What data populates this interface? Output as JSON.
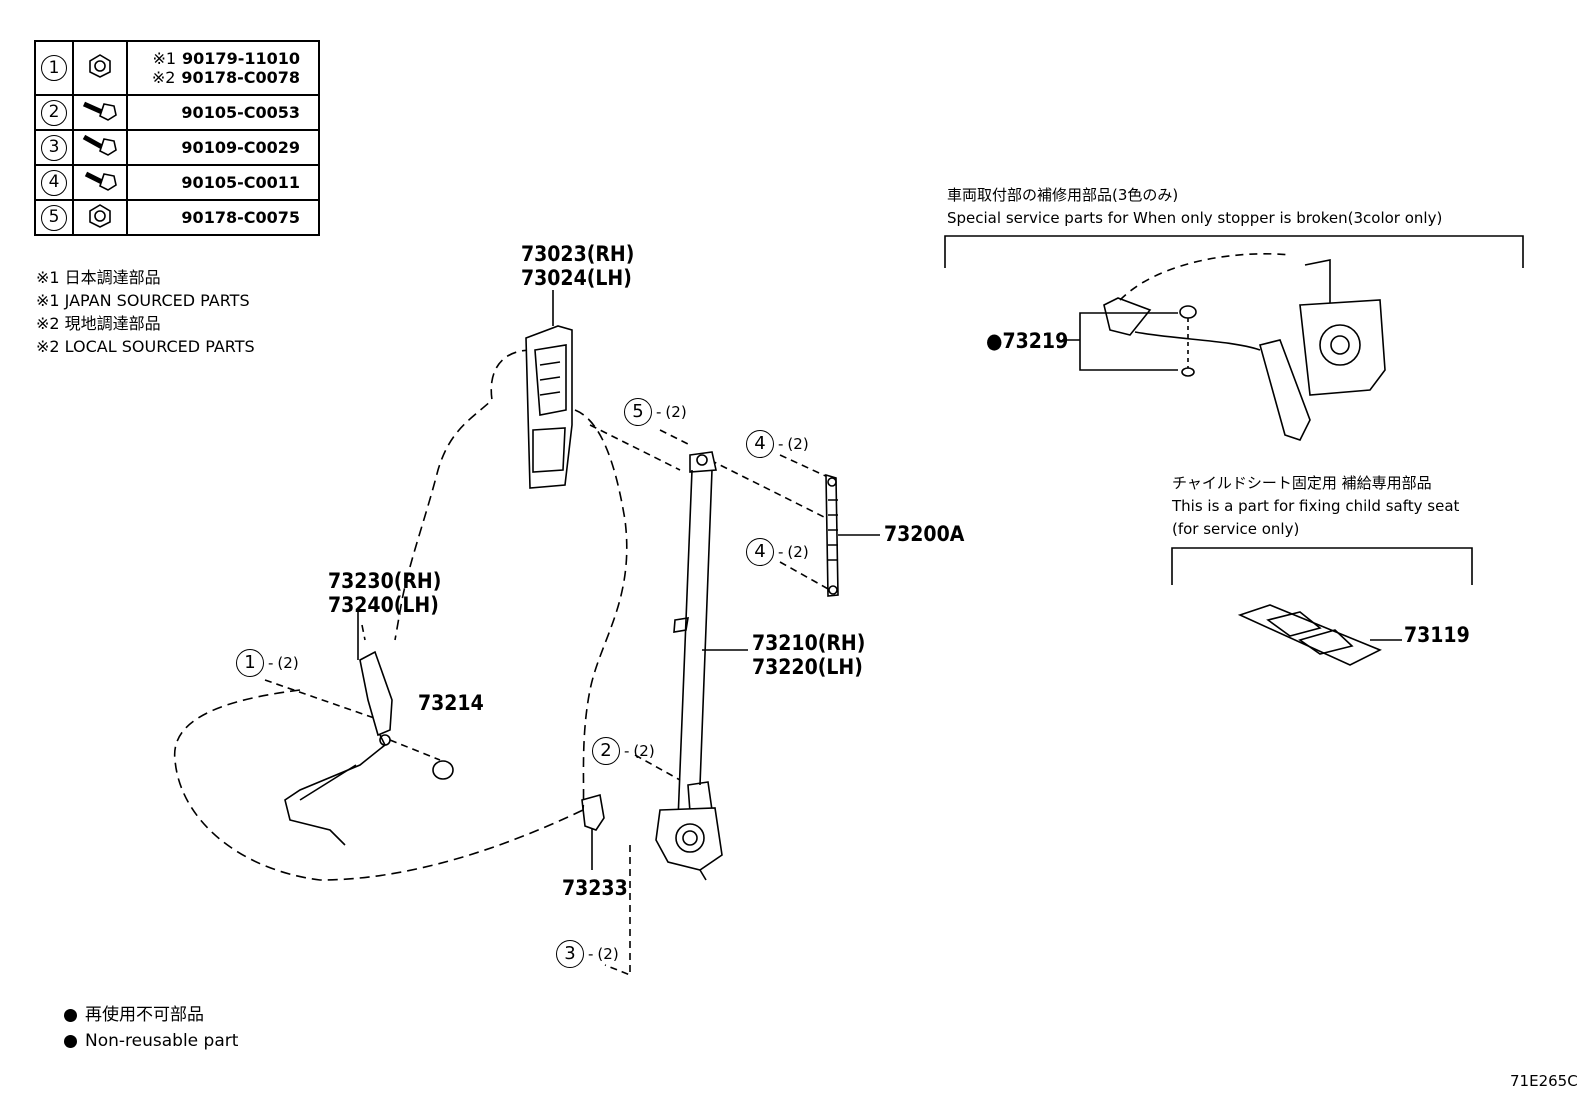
{
  "fastener_table": {
    "rows": [
      {
        "index": "1",
        "icon": "nut-icon",
        "parts": [
          {
            "mark": "※1",
            "number": "90179-11010"
          },
          {
            "mark": "※2",
            "number": "90178-C0078"
          }
        ]
      },
      {
        "index": "2",
        "icon": "bolt-icon",
        "parts": [
          {
            "mark": "",
            "number": "90105-C0053"
          }
        ]
      },
      {
        "index": "3",
        "icon": "bolt-icon",
        "parts": [
          {
            "mark": "",
            "number": "90109-C0029"
          }
        ]
      },
      {
        "index": "4",
        "icon": "bolt-icon",
        "parts": [
          {
            "mark": "",
            "number": "90105-C0011"
          }
        ]
      },
      {
        "index": "5",
        "icon": "nut-icon",
        "parts": [
          {
            "mark": "",
            "number": "90178-C0075"
          }
        ]
      }
    ]
  },
  "source_notes": [
    "※1 日本調達部品",
    "※1 JAPAN SOURCED PARTS",
    "※2 現地調達部品",
    "※2 LOCAL SOURCED PARTS"
  ],
  "part_labels": {
    "p73023": "73023(RH)",
    "p73024": "73024(LH)",
    "p73230": "73230(RH)",
    "p73240": "73240(LH)",
    "p73214": "73214",
    "p73233": "73233",
    "p73210": "73210(RH)",
    "p73220": "73220(LH)",
    "p73200A": "73200A",
    "p73219": "●73219",
    "p73119": "73119"
  },
  "callouts": {
    "c1": {
      "index": "1",
      "qty": "(2)"
    },
    "c2": {
      "index": "2",
      "qty": "(2)"
    },
    "c3": {
      "index": "3",
      "qty": "(2)"
    },
    "c4a": {
      "index": "4",
      "qty": "(2)"
    },
    "c4b": {
      "index": "4",
      "qty": "(2)"
    },
    "c5": {
      "index": "5",
      "qty": "(2)"
    }
  },
  "special_service": {
    "title_jp": "車両取付部の補修用部品(3色のみ)",
    "title_en": "Special service parts for When only stopper is broken(3color only)"
  },
  "child_seat": {
    "title_jp": "チャイルドシート固定用 補給専用部品",
    "line1_en": "This is a part for fixing child safty seat",
    "line2_en": "(for service only)"
  },
  "legend": {
    "jp": "再使用不可部品",
    "en": "Non-reusable part"
  },
  "diagram_code": "71E265C"
}
